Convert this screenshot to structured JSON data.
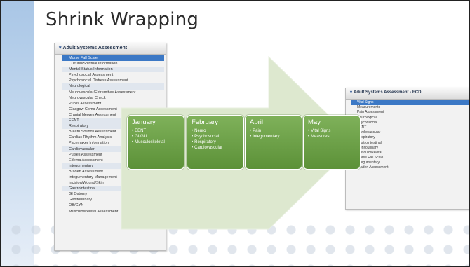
{
  "slide": {
    "title": "Shrink Wrapping"
  },
  "left_panel": {
    "title": "Adult Systems Assessment",
    "items": [
      {
        "label": "Morse Fall Scale",
        "style": "selected"
      },
      {
        "label": "Cultural/Spiritual Information",
        "style": "normal"
      },
      {
        "label": "Mental Status Information",
        "style": "section"
      },
      {
        "label": "Psychosocial Assessment",
        "style": "normal"
      },
      {
        "label": "Psychosocial Distress Assessment",
        "style": "normal"
      },
      {
        "label": "Neurological",
        "style": "section"
      },
      {
        "label": "Neurovascular/Extremities Assessment",
        "style": "normal"
      },
      {
        "label": "Neurovascular Check",
        "style": "normal"
      },
      {
        "label": "Pupils Assessment",
        "style": "normal"
      },
      {
        "label": "Glasgow Coma Assessment",
        "style": "normal"
      },
      {
        "label": "Cranial Nerves Assessment",
        "style": "normal"
      },
      {
        "label": "EENT",
        "style": "section"
      },
      {
        "label": "Respiratory",
        "style": "section"
      },
      {
        "label": "Breath Sounds Assessment",
        "style": "normal"
      },
      {
        "label": "Cardiac Rhythm Analysis",
        "style": "normal"
      },
      {
        "label": "Pacemaker Information",
        "style": "normal"
      },
      {
        "label": "Cardiovascular",
        "style": "section"
      },
      {
        "label": "Pulses Assessment",
        "style": "normal"
      },
      {
        "label": "Edema Assessment",
        "style": "normal"
      },
      {
        "label": "Integumentary",
        "style": "section"
      },
      {
        "label": "Braden Assessment",
        "style": "normal"
      },
      {
        "label": "Integumentary Management",
        "style": "normal"
      },
      {
        "label": "Incision/Wound/Skin",
        "style": "normal"
      },
      {
        "label": "Gastrointestinal",
        "style": "section"
      },
      {
        "label": "GI Ostomy",
        "style": "normal"
      },
      {
        "label": "Genitourinary",
        "style": "normal"
      },
      {
        "label": "OB/GYN",
        "style": "normal"
      },
      {
        "label": "Musculoskeletal Assessment",
        "style": "normal"
      }
    ]
  },
  "right_panel": {
    "title": "Adult Systems Assessment - ECD",
    "items": [
      {
        "label": "Vital Signs",
        "style": "selected"
      },
      {
        "label": "Measurements",
        "style": "normal"
      },
      {
        "label": "Pain Assessment",
        "style": "normal"
      },
      {
        "label": "Neurological",
        "style": "normal"
      },
      {
        "label": "Psychosocial",
        "style": "normal"
      },
      {
        "label": "EENT",
        "style": "normal"
      },
      {
        "label": "Cardiovascular",
        "style": "normal"
      },
      {
        "label": "Respiratory",
        "style": "normal"
      },
      {
        "label": "Gastrointestinal",
        "style": "normal"
      },
      {
        "label": "Genitourinary",
        "style": "normal"
      },
      {
        "label": "Musculoskeletal",
        "style": "normal"
      },
      {
        "label": "Morse Fall Scale",
        "style": "normal"
      },
      {
        "label": "Integumentary",
        "style": "normal"
      },
      {
        "label": "Braden Assessment",
        "style": "normal"
      }
    ]
  },
  "timeline": [
    {
      "month": "January",
      "items": [
        "EENT",
        "GI/GU",
        "Musculoskeletal"
      ]
    },
    {
      "month": "February",
      "items": [
        "Neuro",
        "Psychosocial",
        "Respiratory",
        "Cardiovascular"
      ]
    },
    {
      "month": "April",
      "items": [
        "Pain",
        "Integumentary"
      ]
    },
    {
      "month": "May",
      "items": [
        "Vital Signs",
        "Measures"
      ]
    }
  ],
  "colors": {
    "accent_green": "#6aa044",
    "selection_blue": "#3b78c5",
    "arrow_fill": "#dde8cf"
  }
}
